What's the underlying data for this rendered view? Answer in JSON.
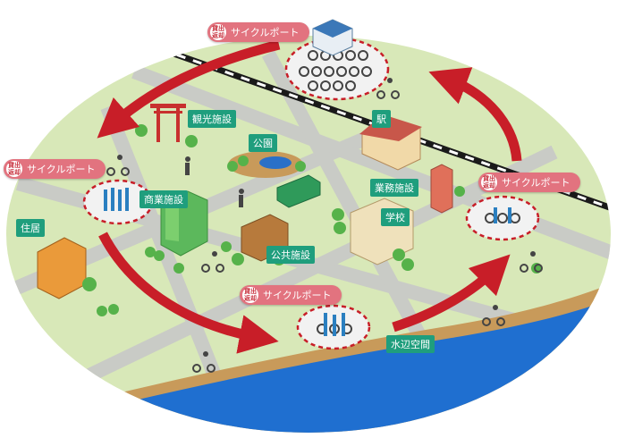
{
  "port": {
    "badge_line1": "貸出",
    "badge_line2": "返却",
    "label": "サイクルポート"
  },
  "facilities": {
    "kanko": "観光施設",
    "koen": "公園",
    "eki": "駅",
    "shogyo": "商業施設",
    "gyomu": "業務施設",
    "gakko": "学校",
    "jukyo": "住居",
    "kokyo": "公共施設",
    "mizube": "水辺空間"
  },
  "colors": {
    "ground": "#d8e8b8",
    "road": "#c9cbc6",
    "water": "#1f6fd0",
    "sand": "#c89a5a",
    "arrow": "#c81e28",
    "label_bg": "#1f9e7d",
    "port_tag": "#e2737f"
  }
}
